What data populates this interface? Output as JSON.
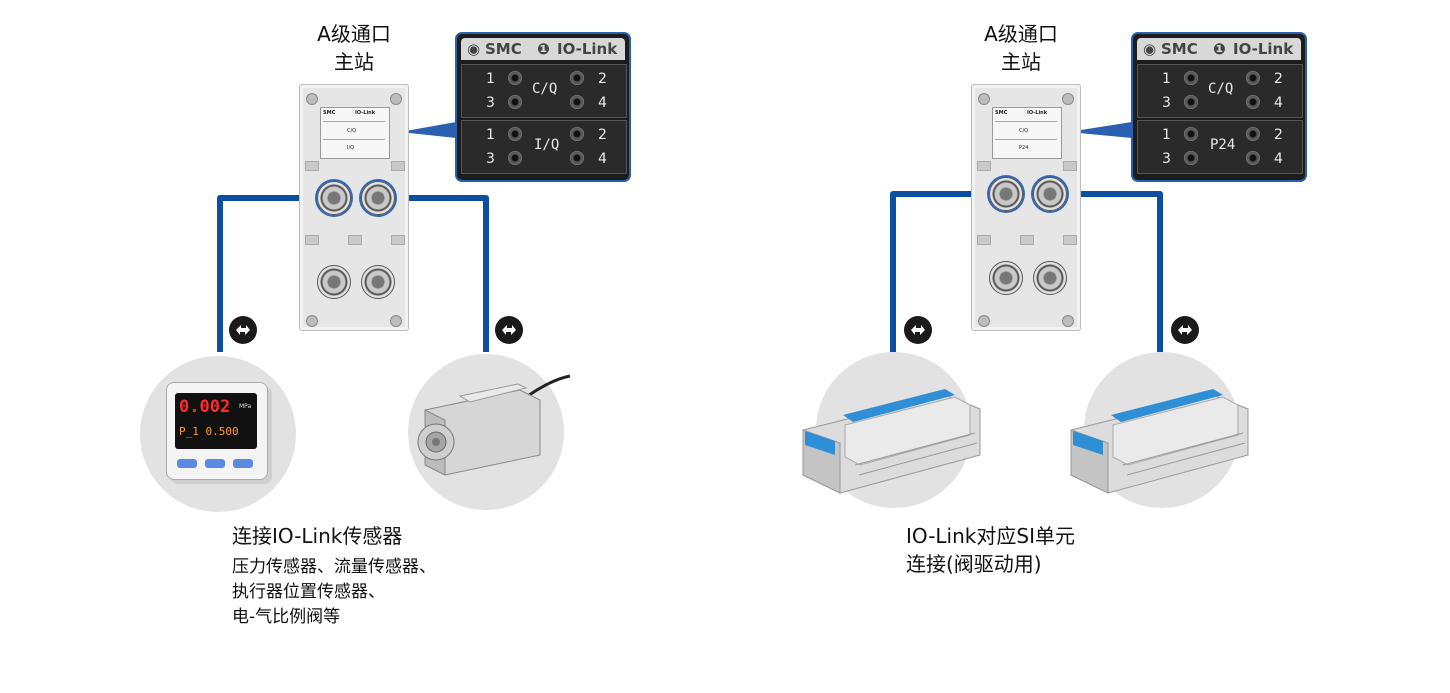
{
  "left": {
    "master_title": [
      "A级通口",
      "主站"
    ],
    "callout": {
      "brand": "SMC",
      "protocol": "IO-Link",
      "row1": {
        "n1": "1",
        "n2": "2",
        "n3": "3",
        "n4": "4",
        "label": "C/Q"
      },
      "row2": {
        "n1": "1",
        "n2": "2",
        "n3": "3",
        "n4": "4",
        "label": "I/Q"
      }
    },
    "module_panel": {
      "brand": "SMC",
      "protocol": "IO-Link",
      "row1_label": "C/Q",
      "row2_label": "I/Q"
    },
    "pressure_display": {
      "value": "0.002",
      "unit": "MPa",
      "sub": "P_1 0.500"
    },
    "caption": "连接IO-Link传感器",
    "subcaption": [
      "压力传感器、流量传感器、",
      "执行器位置传感器、",
      "电-气比例阀等"
    ]
  },
  "right": {
    "master_title": [
      "A级通口",
      "主站"
    ],
    "callout": {
      "brand": "SMC",
      "protocol": "IO-Link",
      "row1": {
        "n1": "1",
        "n2": "2",
        "n3": "3",
        "n4": "4",
        "label": "C/Q"
      },
      "row2": {
        "n1": "1",
        "n2": "2",
        "n3": "3",
        "n4": "4",
        "label": "P24"
      }
    },
    "module_panel": {
      "brand": "SMC",
      "protocol": "IO-Link",
      "row1_label": "C/Q",
      "row2_label": "P24"
    },
    "caption": [
      "IO-Link对应SI单元",
      "连接(阀驱动用)"
    ]
  },
  "colors": {
    "cable": "#0b4ea2",
    "callout_border": "#2b5fb0",
    "circle_bg": "#e2e2e2",
    "valve_accent": "#2f8fd6"
  },
  "icons": [
    "io-link-icon",
    "smc-logo-icon"
  ]
}
